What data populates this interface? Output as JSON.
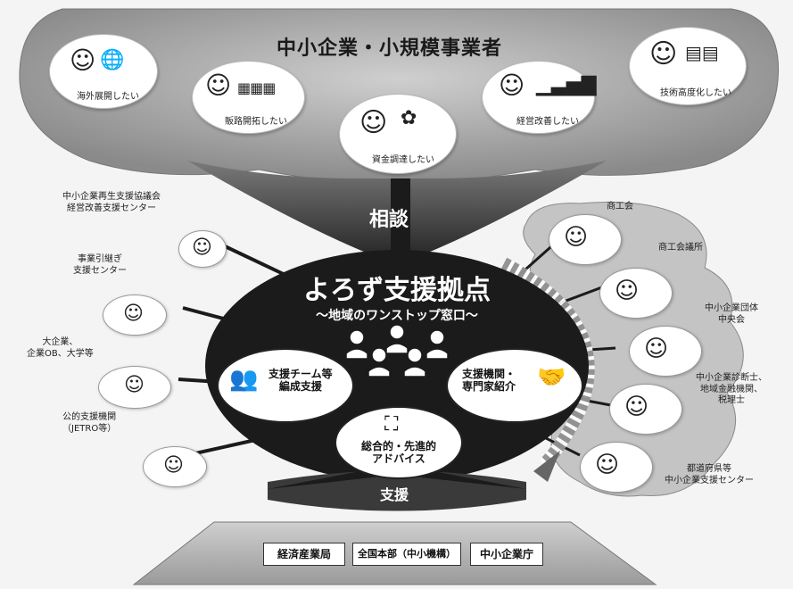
{
  "header": {
    "title": "中小企業・小規模事業者"
  },
  "needs": [
    {
      "label": "海外展開したい",
      "icon": "globe-icon"
    },
    {
      "label": "販路開拓したい",
      "icon": "products-icon"
    },
    {
      "label": "資金調達したい",
      "icon": "money-icon"
    },
    {
      "label": "経営改善したい",
      "icon": "growth-chart-icon"
    },
    {
      "label": "技術高度化したい",
      "icon": "factory-icon"
    }
  ],
  "consult_label": "相談",
  "center": {
    "title": "よろず支援拠点",
    "subtitle": "〜地域のワンストップ窓口〜"
  },
  "services": [
    {
      "label": "支援チーム等\n編成支援",
      "icon": "team-icon"
    },
    {
      "label": "総合的・先進的\nアドバイス",
      "icon": "meeting-icon"
    },
    {
      "label": "支援機関・\n専門家紹介",
      "icon": "handshake-icon"
    }
  ],
  "left_partners": [
    {
      "label": "中小企業再生支援協議会\n経営改善支援センター"
    },
    {
      "label": "事業引継ぎ\n支援センター"
    },
    {
      "label": "大企業、\n企業OB、大学等"
    },
    {
      "label": "公的支援機関\n（JETRO等）"
    }
  ],
  "right_partners": [
    {
      "label": "商工会"
    },
    {
      "label": "商工会議所"
    },
    {
      "label": "中小企業団体\n中央会"
    },
    {
      "label": "中小企業診断士、\n地域金融機関、\n税理士"
    },
    {
      "label": "都道府県等\n中小企業支援センター"
    }
  ],
  "support_label": "支援",
  "bottom_boxes": [
    {
      "label": "経済産業局"
    },
    {
      "label": "全国本部（中小機構）"
    },
    {
      "label": "中小企業庁"
    }
  ],
  "colors": {
    "dark": "#1b1b1b",
    "mid": "#6d6d6d",
    "light": "#bdbdbd",
    "background": "#f4f4f4"
  }
}
